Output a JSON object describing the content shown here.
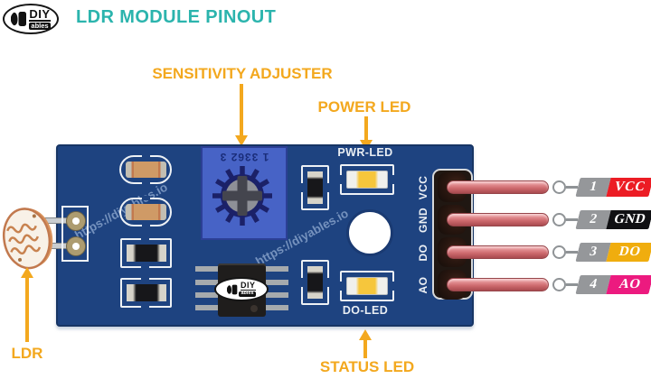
{
  "brand": {
    "name_top": "DIY",
    "name_bottom": "ables"
  },
  "title": "LDR MODULE PINOUT",
  "watermark": "https://diyables.io",
  "callouts": {
    "sensitivity_adjuster": "SENSITIVITY ADJUSTER",
    "power_led": "POWER LED",
    "status_led": "STATUS LED",
    "ldr": "LDR"
  },
  "module": {
    "pot_marking": "1 3362 3",
    "pwr_led_silk": "PWR-LED",
    "do_led_silk": "DO-LED",
    "header_pins": [
      "VCC",
      "GND",
      "DO",
      "AO"
    ]
  },
  "pinout": [
    {
      "num": "1",
      "name": "VCC",
      "color": "#ec1c24"
    },
    {
      "num": "2",
      "name": "GND",
      "color": "#101013"
    },
    {
      "num": "3",
      "name": "DO",
      "color": "#f0ad0e"
    },
    {
      "num": "4",
      "name": "AO",
      "color": "#ec1a7f"
    }
  ],
  "colors": {
    "accent_teal": "#2bb4ad",
    "callout_yellow": "#f3a81e",
    "board_blue": "#1e4380",
    "pot_blue": "#4763c6",
    "pin_red": "#cc686c",
    "tag_gray": "#95979a"
  }
}
